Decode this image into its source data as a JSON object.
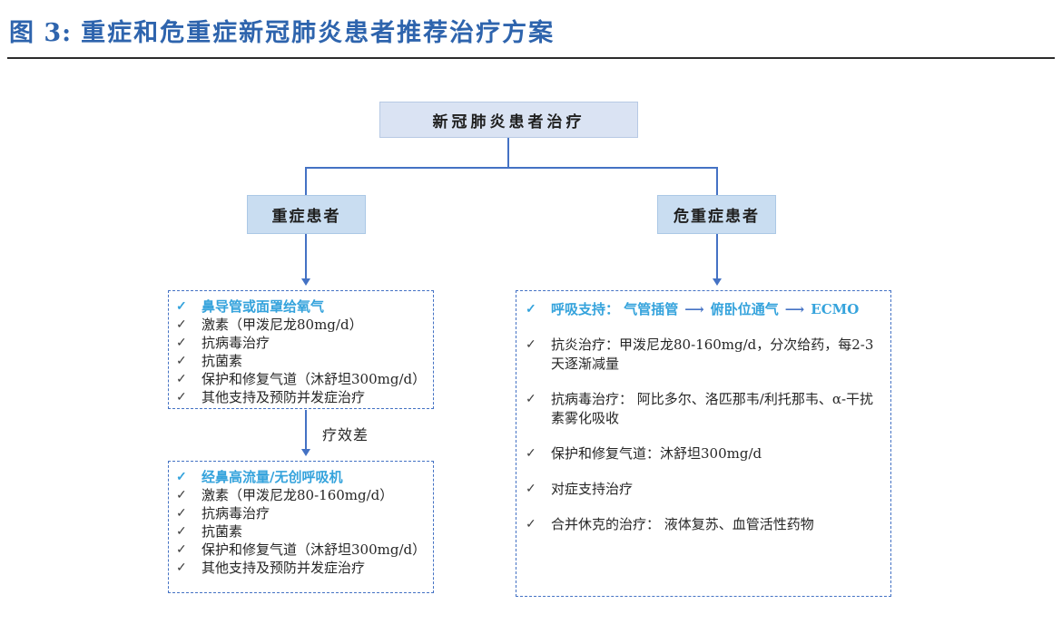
{
  "figure": {
    "label": "图 3:",
    "title": "重症和危重症新冠肺炎患者推荐治疗方案"
  },
  "flowchart": {
    "root": {
      "label": "新冠肺炎患者治疗"
    },
    "severe_branch": {
      "label": "重症患者"
    },
    "critical_branch": {
      "label": "危重症患者"
    },
    "edge_label": "疗效差",
    "severe_stage1": {
      "items": [
        {
          "text": "鼻导管或面罩给氧气",
          "highlight": true
        },
        {
          "text": "激素（甲泼尼龙80mg/d）"
        },
        {
          "text": "抗病毒治疗"
        },
        {
          "text": "抗菌素"
        },
        {
          "text": "保护和修复气道（沐舒坦300mg/d）"
        },
        {
          "text": "其他支持及预防并发症治疗"
        }
      ]
    },
    "severe_stage2": {
      "items": [
        {
          "text": "经鼻高流量/无创呼吸机",
          "highlight": true
        },
        {
          "text": "激素（甲泼尼龙80-160mg/d）"
        },
        {
          "text": "抗病毒治疗"
        },
        {
          "text": "抗菌素"
        },
        {
          "text": "保护和修复气道（沐舒坦300mg/d）"
        },
        {
          "text": "其他支持及预防并发症治疗"
        }
      ]
    },
    "critical_box": {
      "items": [
        {
          "segments": [
            "呼吸支持：  气管插管",
            "俯卧位通气",
            "ECMO"
          ],
          "highlight": true
        },
        {
          "text": "抗炎治疗：甲泼尼龙80-160mg/d，分次给药，每2-3天逐渐减量"
        },
        {
          "text": "抗病毒治疗：  阿比多尔、洛匹那韦/利托那韦、α-干扰素雾化吸收"
        },
        {
          "text": "保护和修复气道：沐舒坦300mg/d"
        },
        {
          "text": "对症支持治疗"
        },
        {
          "text": "合并休克的治疗：  液体复苏、血管活性药物"
        }
      ]
    }
  },
  "icons": {
    "check": "✓",
    "arrow": "⟶"
  },
  "colors": {
    "title_blue": "#2E64AD",
    "root_fill": "#DAE3F3",
    "branch_fill": "#C9DDF1",
    "connector_blue": "#4472C4",
    "highlight_blue": "#35A3DC",
    "text_dark": "#262626"
  }
}
